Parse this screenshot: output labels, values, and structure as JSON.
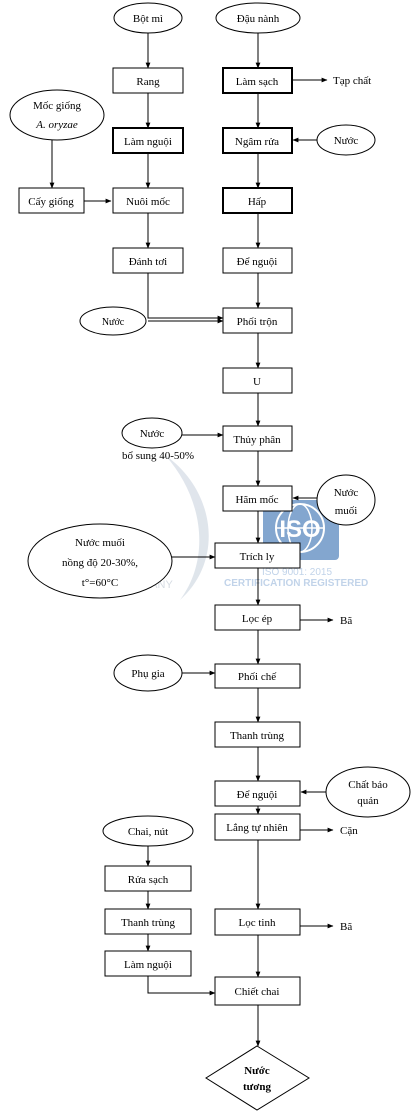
{
  "nodes": {
    "bot_mi": "Bột mì",
    "dau_nanh": "Đậu nành",
    "rang": "Rang",
    "lam_sach": "Làm sạch",
    "tap_chat": "Tạp chất",
    "moc_giong_1": "Mốc giống",
    "moc_giong_2": "A. oryzae",
    "lam_nguoi_1": "Làm nguội",
    "ngam_rua": "Ngâm rửa",
    "nuoc_1": "Nước",
    "cay_giong": "Cấy giống",
    "nuoi_moc": "Nuôi mốc",
    "hap": "Hấp",
    "danh_toi": "Đánh tơi",
    "de_nguoi_1": "Để nguội",
    "nuoc_2": "Nước",
    "phoi_tron": "Phối trộn",
    "u": "U",
    "nuoc_3": "Nước",
    "bo_sung": "bổ sung 40-50%",
    "thuy_phan": "Thủy phân",
    "ham_moc": "Hãm mốc",
    "nuoc_muoi_1a": "Nước",
    "nuoc_muoi_1b": "muối",
    "nuoc_muoi_2a": "Nước muối",
    "nuoc_muoi_2b": "nồng độ 20-30%,",
    "nuoc_muoi_2c": "t°=60°C",
    "trich_ly": "Trích ly",
    "loc_ep": "Lọc ép",
    "ba_1": "Bã",
    "phu_gia": "Phụ gia",
    "phoi_che": "Phối chế",
    "thanh_trung_1": "Thanh trùng",
    "chat_bao_quan_a": "Chất bảo",
    "chat_bao_quan_b": "quản",
    "de_nguoi_2": "Để nguội",
    "chai_nut": "Chai, nút",
    "lang_tu_nhien": "Lắng tự nhiên",
    "can": "Cặn",
    "rua_sach": "Rửa sạch",
    "thanh_trung_2": "Thanh trùng",
    "loc_tinh": "Lọc tinh",
    "ba_2": "Bã",
    "lam_nguoi_2": "Làm nguội",
    "chiet_chai": "Chiết chai",
    "nuoc_tuong_a": "Nước",
    "nuoc_tuong_b": "tương"
  },
  "watermark": {
    "company": "COMPANY",
    "iso": "ISO",
    "iso_std": "ISO 9001: 2015",
    "cert": "CERTIFICATION REGISTERED",
    "colors": {
      "vfp": "#c6d0dc",
      "iso": "#1f5fa8",
      "cert": "#8fb0d8"
    }
  }
}
